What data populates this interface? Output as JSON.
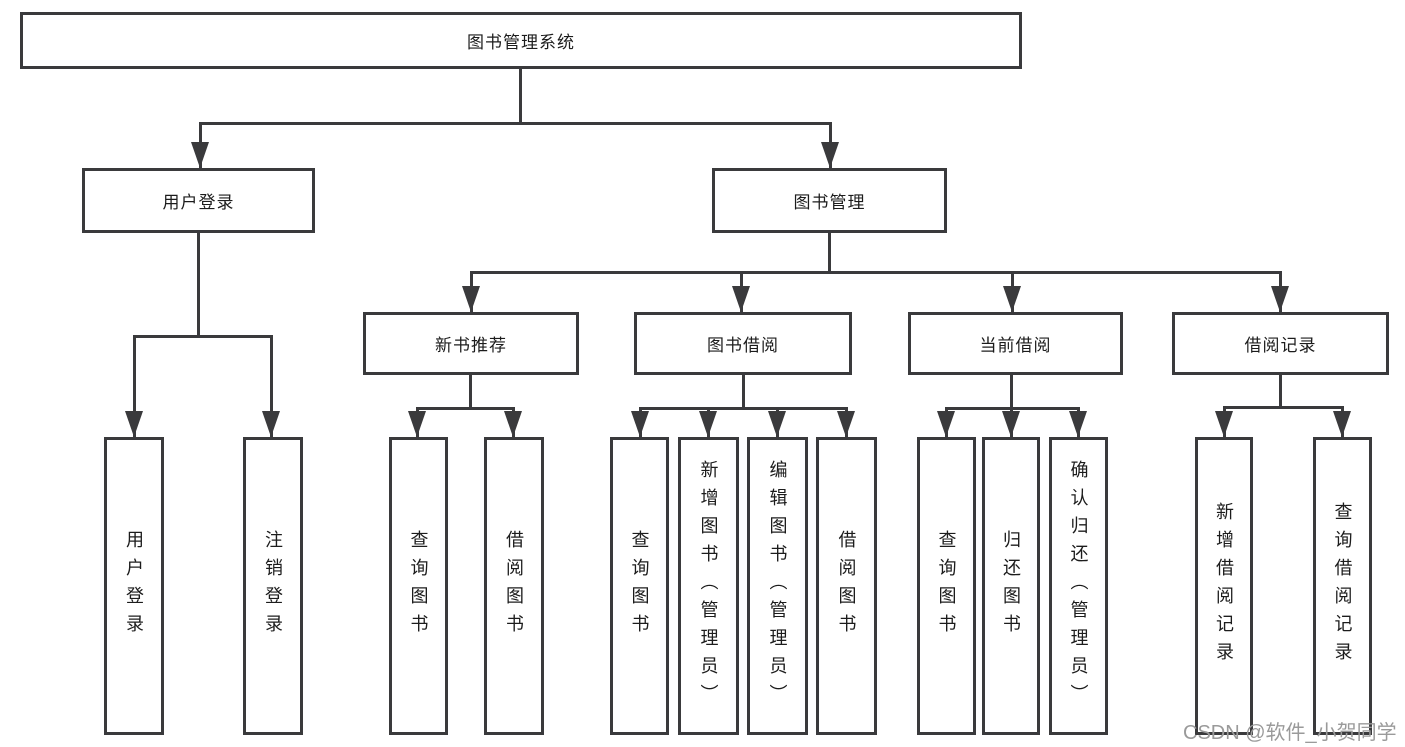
{
  "diagram_type": "hierarchy-tree",
  "colors": {
    "line": "#3a3a3c",
    "text": "#1c1c1c",
    "background": "#ffffff",
    "watermark": "#9a9a9a"
  },
  "tree": {
    "root": {
      "label": "图书管理系统",
      "children": [
        {
          "label": "用户登录",
          "children": [
            {
              "label": "用户登录"
            },
            {
              "label": "注销登录"
            }
          ]
        },
        {
          "label": "图书管理",
          "children": [
            {
              "label": "新书推荐",
              "children": [
                {
                  "label": "查询图书"
                },
                {
                  "label": "借阅图书"
                }
              ]
            },
            {
              "label": "图书借阅",
              "children": [
                {
                  "label": "查询图书"
                },
                {
                  "label": "新增图书（管理员）"
                },
                {
                  "label": "编辑图书（管理员）"
                },
                {
                  "label": "借阅图书"
                }
              ]
            },
            {
              "label": "当前借阅",
              "children": [
                {
                  "label": "查询图书"
                },
                {
                  "label": "归还图书"
                },
                {
                  "label": "确认归还（管理员）"
                }
              ]
            },
            {
              "label": "借阅记录",
              "children": [
                {
                  "label": "新增借阅记录"
                },
                {
                  "label": "查询借阅记录"
                }
              ]
            }
          ]
        }
      ]
    }
  },
  "watermark": {
    "text": "CSDN @软件_小贺同学"
  }
}
